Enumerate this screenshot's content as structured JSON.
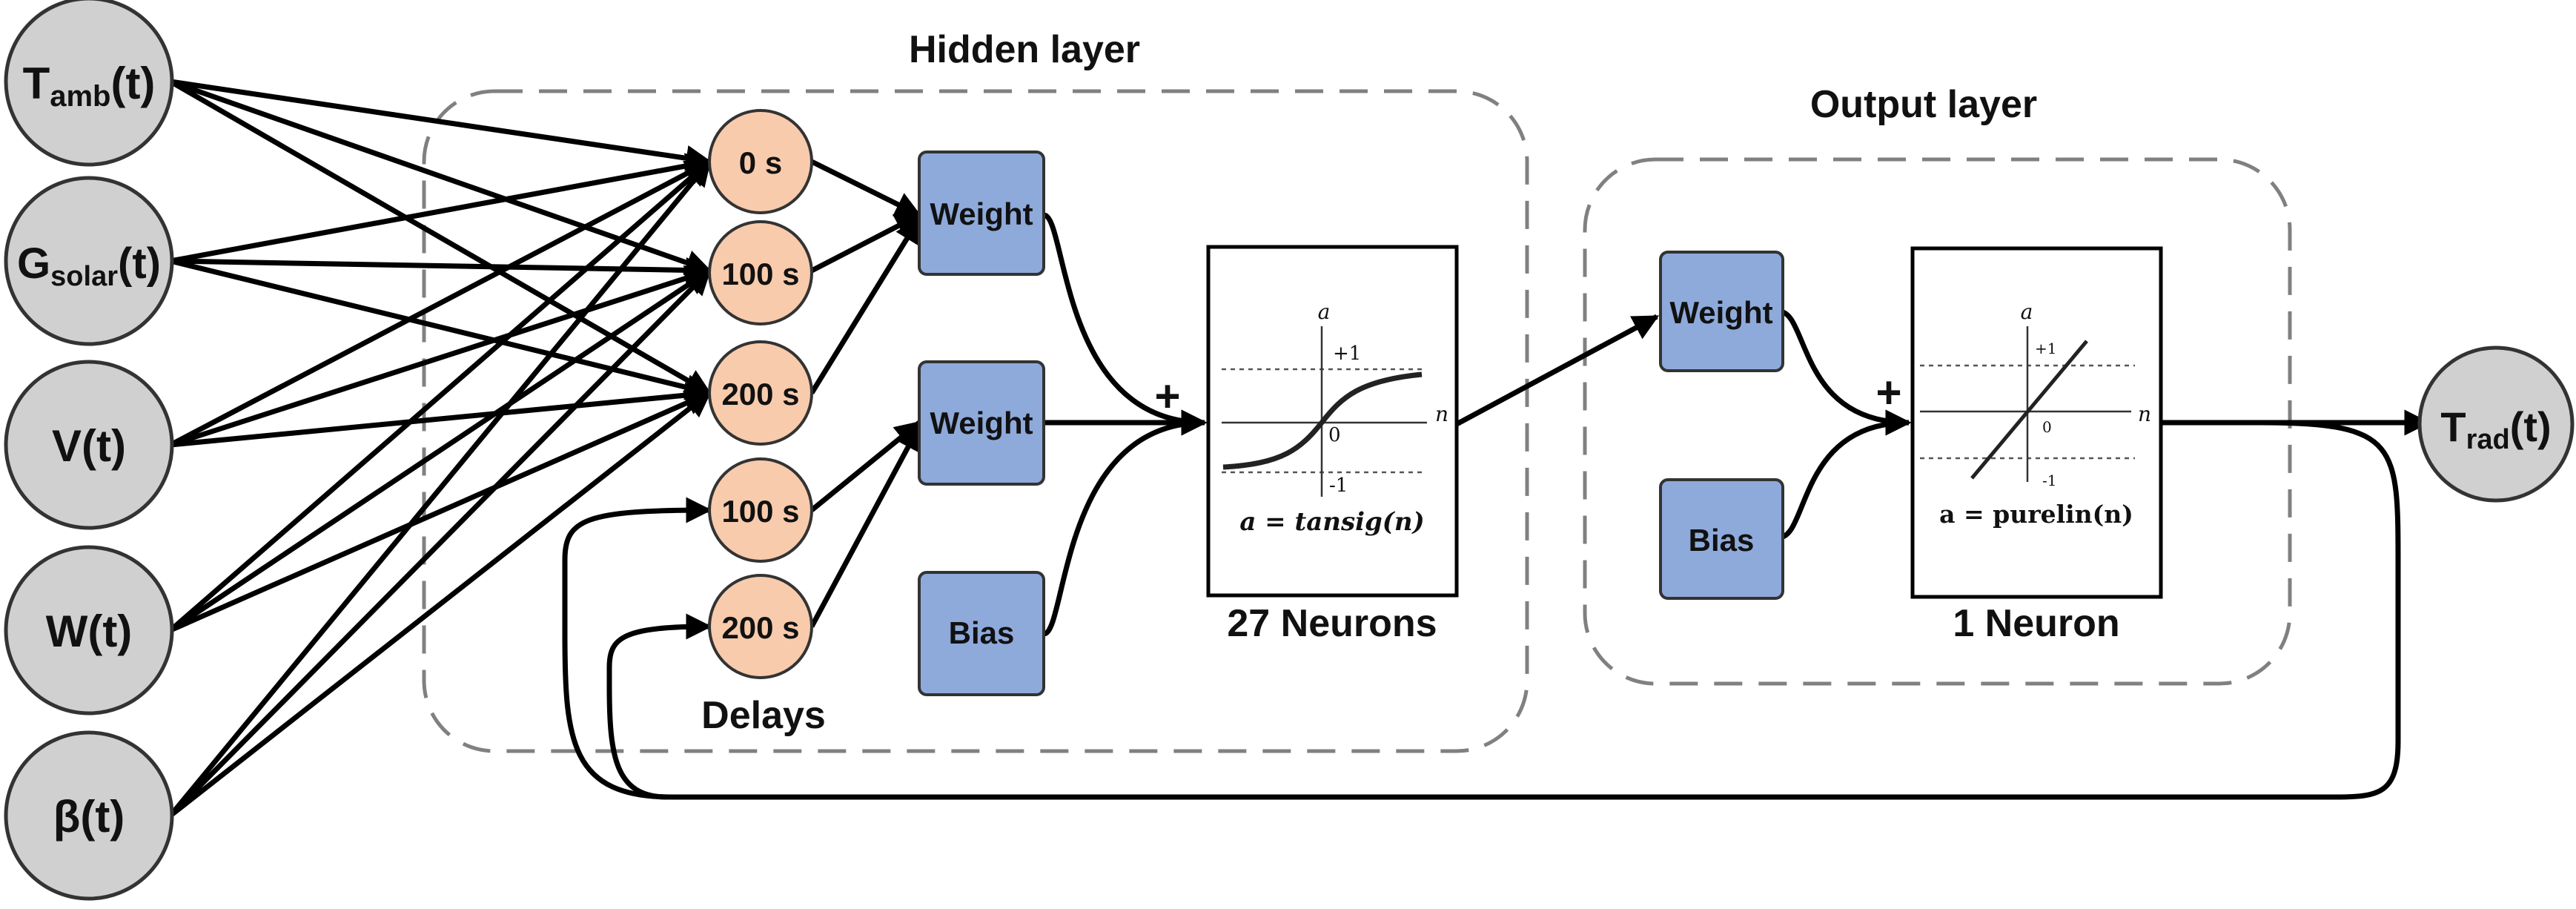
{
  "inputs": {
    "tamb": {
      "main": "T",
      "sub": "amb",
      "suffix": "(t)"
    },
    "gsolar": {
      "main": "G",
      "sub": "solar",
      "suffix": "(t)"
    },
    "v": {
      "label": "V(t)"
    },
    "w": {
      "label": "W(t)"
    },
    "beta": {
      "label": "β(t)"
    }
  },
  "hidden_layer": {
    "title": "Hidden layer",
    "delays_label": "Delays",
    "delays": [
      "0 s",
      "100 s",
      "200 s",
      "100 s",
      "200 s"
    ],
    "weight1": "Weight",
    "weight2": "Weight",
    "bias": "Bias",
    "sum_symbol": "+",
    "neurons_label": "27 Neurons",
    "transfer": {
      "formula": "a = tansig(n)",
      "y_axis": "a",
      "x_axis": "n",
      "plus_one": "+1",
      "minus_one": "-1",
      "zero": "0"
    }
  },
  "output_layer": {
    "title": "Output layer",
    "weight": "Weight",
    "bias": "Bias",
    "sum_symbol": "+",
    "neurons_label": "1 Neuron",
    "transfer": {
      "formula": "a = purelin(n)",
      "y_axis": "a",
      "x_axis": "n",
      "plus_one": "+1",
      "minus_one": "-1",
      "zero": "0"
    }
  },
  "output": {
    "main": "T",
    "sub": "rad",
    "suffix": "(t)"
  },
  "colors": {
    "input_fill": "#d0d0d0",
    "delay_fill": "#f8cbad",
    "box_fill": "#8eaadb",
    "dashed_border": "#808080"
  }
}
